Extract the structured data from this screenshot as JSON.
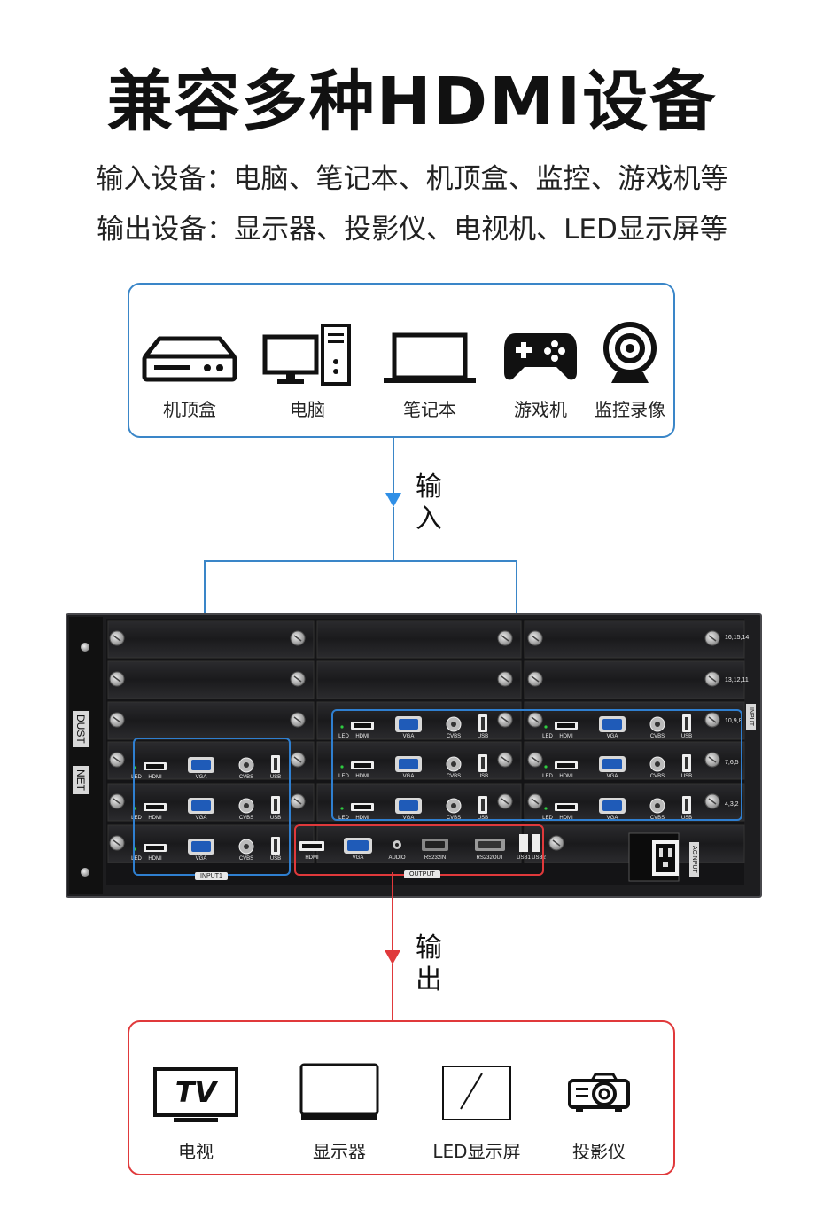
{
  "header": {
    "title": "兼容多种HDMI设备",
    "input_line": "输入设备：电脑、笔记本、机顶盒、监控、游戏机等",
    "output_line": "输出设备：显示器、投影仪、电视机、LED显示屏等"
  },
  "inputs": {
    "devices": [
      {
        "label": "机顶盒",
        "icon": "set-top-box-icon"
      },
      {
        "label": "电脑",
        "icon": "desktop-computer-icon"
      },
      {
        "label": "笔记本",
        "icon": "laptop-icon"
      },
      {
        "label": "游戏机",
        "icon": "gamepad-icon"
      },
      {
        "label": "监控录像",
        "icon": "webcam-icon"
      }
    ],
    "flow_label_1": "输",
    "flow_label_2": "入",
    "color": "#3a86c8"
  },
  "outputs": {
    "devices": [
      {
        "label": "电视",
        "icon": "tv-icon",
        "icon_text": "TV"
      },
      {
        "label": "显示器",
        "icon": "monitor-icon"
      },
      {
        "label": "LED显示屏",
        "icon": "led-screen-icon"
      },
      {
        "label": "投影仪",
        "icon": "projector-icon"
      }
    ],
    "flow_label_1": "输",
    "flow_label_2": "出",
    "color": "#e0393b"
  },
  "chassis": {
    "side_labels": {
      "dust": "DUST",
      "net": "NET",
      "input": "INPUT",
      "ac_input": "ACINPUT"
    },
    "slot_numbers": [
      "16,15,14",
      "13,12,11",
      "10,9,8",
      "7,6,5",
      "4,3,2"
    ],
    "port_labels": {
      "led": "LED",
      "hdmi": "HDMI",
      "vga": "VGA",
      "cvbs": "CVBS",
      "usb": "USB"
    },
    "output_ports": {
      "hdmi": "HDMI",
      "vga": "VGA",
      "audio": "AUDIO",
      "rs232in": "RS232IN",
      "rs232out": "RS232OUT",
      "usb1": "USB1",
      "usb2": "USB2"
    },
    "input1_tag": "INPUT1",
    "output_tag": "OUTPUT"
  }
}
